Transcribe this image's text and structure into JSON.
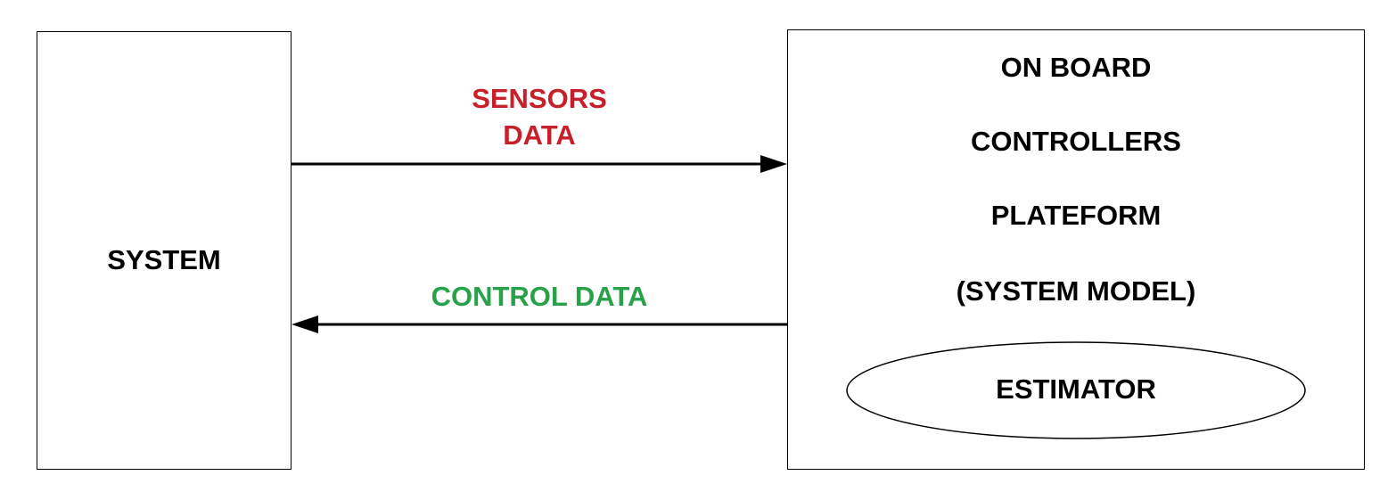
{
  "diagram": {
    "system": {
      "label": "SYSTEM"
    },
    "platform": {
      "lines": [
        "ON BOARD",
        "CONTROLLERS",
        "PLATEFORM",
        "(SYSTEM MODEL)"
      ],
      "estimator_label": "ESTIMATOR"
    },
    "edges": {
      "sensors": {
        "line1": "SENSORS",
        "line2": "DATA",
        "color": "#c8202a"
      },
      "control": {
        "label": "CONTROL DATA",
        "color": "#27a24b"
      }
    }
  }
}
